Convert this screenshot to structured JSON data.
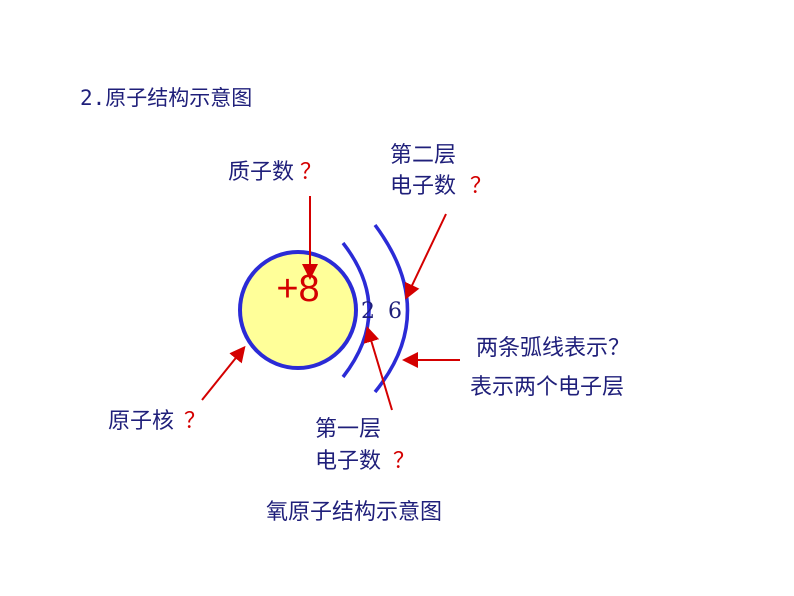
{
  "title": "2.原子结构示意图",
  "nucleus": {
    "label": "+8"
  },
  "shells": {
    "first": "2",
    "second": "6"
  },
  "labels": {
    "proton": {
      "text": "质子数",
      "q": "？"
    },
    "second_layer": {
      "line1": "第二层",
      "line2": "电子数",
      "q": "？"
    },
    "arc_question": "两条弧线表示？",
    "arc_answer": "表示两个电子层",
    "nucleus_label": {
      "text": "原子核",
      "q": "？"
    },
    "first_layer": {
      "line1": "第一层",
      "line2": "电子数",
      "q": "？"
    }
  },
  "caption": "氧原子结构示意图",
  "colors": {
    "text": "#1f1f7a",
    "question": "#d40000",
    "arrow": "#d40000",
    "arc": "#2b2bd6",
    "nucleus_fill": "#ffff99",
    "nucleus_stroke": "#2b2bd6"
  }
}
